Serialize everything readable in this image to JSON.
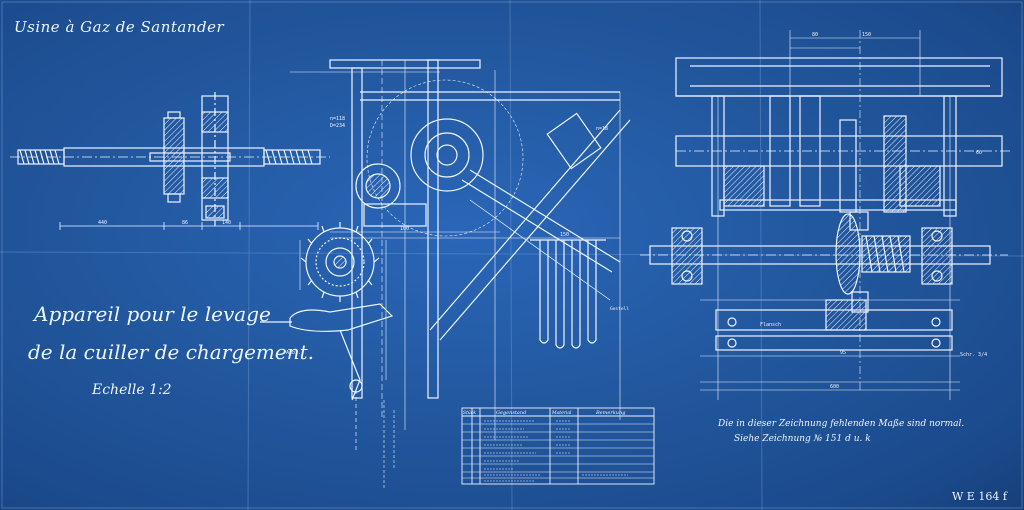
{
  "drawing": {
    "company": "Usine à Gaz de Santander",
    "title_line1": "Appareil pour le levage",
    "title_line2": "de la cuiller de chargement.",
    "scale": "Echelle 1:2",
    "note_line1": "Die in dieser Zeichnung fehlenden Maße sind normal.",
    "note_line2": "Siehe Zeichnung № 151 d u. k",
    "sheet_number": "W E 164 f"
  },
  "colors": {
    "paper": "#22589f",
    "ink": "#eef4ff"
  },
  "parts_table": {
    "headers": [
      "Stück",
      "Gegenstand",
      "Material",
      "Bemerkung"
    ]
  }
}
